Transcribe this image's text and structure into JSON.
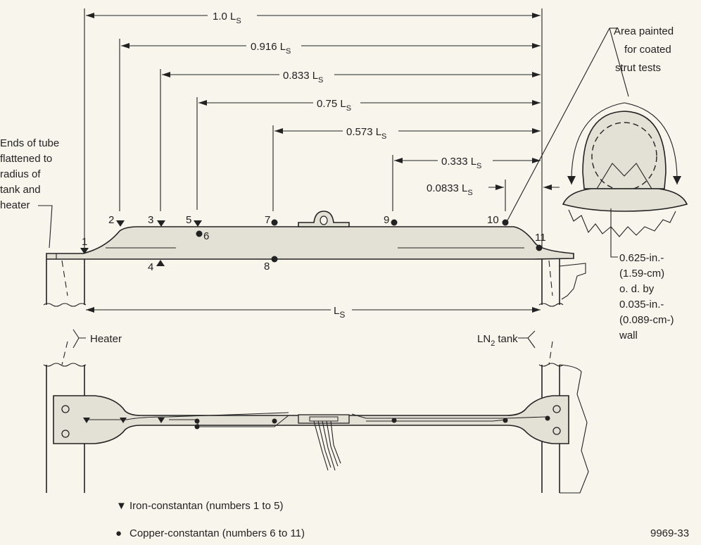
{
  "dimensions": {
    "d100": "1.0 L",
    "d916": "0.916 L",
    "d833": "0.833 L",
    "d75": "0.75 L",
    "d573": "0.573 L",
    "d333": "0.333 L",
    "d0833": "0.0833 L",
    "sub": "S",
    "ls_main": "L",
    "ls_sub": "S"
  },
  "labels": {
    "ends_1": "Ends of tube",
    "ends_2": "flattened to",
    "ends_3": "radius of",
    "ends_4": "tank and",
    "ends_5": "heater",
    "heater": "Heater",
    "tank_main": "LN",
    "tank_sub": "2",
    "tank_rest": "tank",
    "area_1": "Area painted",
    "area_2": "for coated",
    "area_3": "strut tests",
    "tube_1": "0.625-in.-",
    "tube_2": "(1.59-cm)",
    "tube_3": "o. d. by",
    "tube_4": "0.035-in.-",
    "tube_5": "(0.089-cm-)",
    "tube_6": "wall"
  },
  "thermocouples": {
    "n1": "1",
    "n2": "2",
    "n3": "3",
    "n4": "4",
    "n5": "5",
    "n6": "6",
    "n7": "7",
    "n8": "8",
    "n9": "9",
    "n10": "10",
    "n11": "11"
  },
  "legend": {
    "iron_symbol": "▼",
    "iron": "Iron-constantan (numbers 1 to 5)",
    "copper_symbol": "●",
    "copper": "Copper-constantan (numbers 6 to 11)"
  },
  "figure_id": "9969-33"
}
